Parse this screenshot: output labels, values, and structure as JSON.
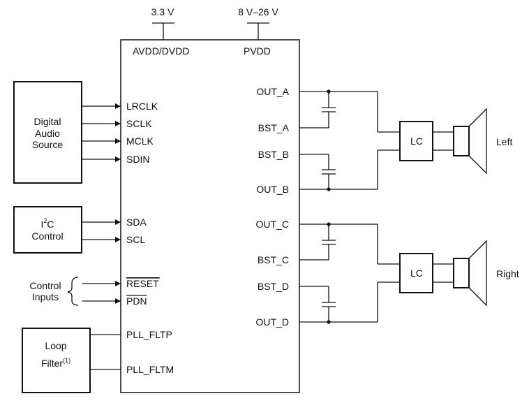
{
  "supplies": {
    "analog_voltage": "3.3 V",
    "power_voltage": "8 V–26 V"
  },
  "chip": {
    "pins": {
      "avdd_dvdd": "AVDD/DVDD",
      "pvdd": "PVDD",
      "lrclk": "LRCLK",
      "sclk": "SCLK",
      "mclk": "MCLK",
      "sdin": "SDIN",
      "sda": "SDA",
      "scl": "SCL",
      "reset": "RESET",
      "pdn": "PDN",
      "pll_fltp": "PLL_FLTP",
      "pll_fltm": "PLL_FLTM",
      "out_a": "OUT_A",
      "bst_a": "BST_A",
      "bst_b": "BST_B",
      "out_b": "OUT_B",
      "out_c": "OUT_C",
      "bst_c": "BST_C",
      "bst_d": "BST_D",
      "out_d": "OUT_D"
    }
  },
  "blocks": {
    "digital_audio": {
      "line1": "Digital",
      "line2": "Audio",
      "line3": "Source"
    },
    "i2c": {
      "prefix": "I",
      "superscript": "2",
      "suffix": "C",
      "line2": "Control"
    },
    "control_inputs": {
      "line1": "Control",
      "line2": "Inputs"
    },
    "loop_filter": {
      "line1": "Loop",
      "line2": "Filter",
      "superscript": "(1)"
    }
  },
  "filters": {
    "top": "LC",
    "bottom": "LC"
  },
  "speakers": {
    "left": "Left",
    "right": "Right"
  },
  "colors": {
    "line": "#111111",
    "background": "#ffffff"
  }
}
